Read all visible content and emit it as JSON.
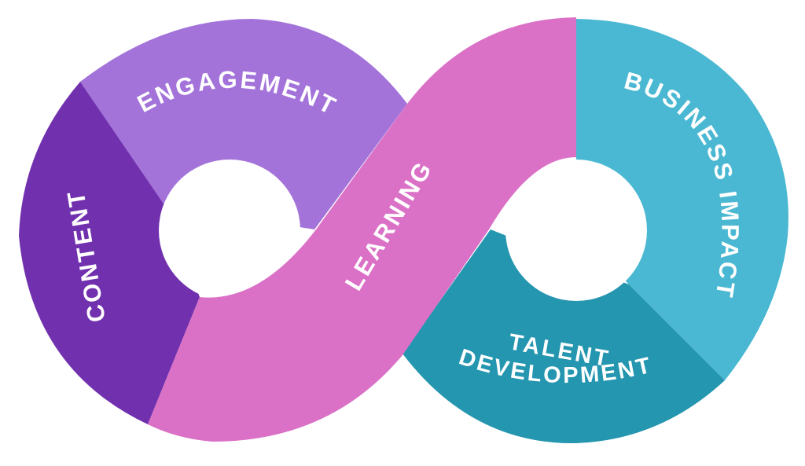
{
  "diagram": {
    "segments": [
      {
        "id": "engagement",
        "label": "ENGAGEMENT",
        "color": "#A373DA"
      },
      {
        "id": "content",
        "label": "CONTENT",
        "color": "#7131AF"
      },
      {
        "id": "learning",
        "label": "LEARNING",
        "color": "#DA71C6"
      },
      {
        "id": "business-impact",
        "label": "BUSINESS IMPACT",
        "color": "#4AB8D2"
      },
      {
        "id": "talent-development",
        "label_line1": "TALENT",
        "label_line2": "DEVELOPMENT",
        "color": "#2496AF"
      }
    ],
    "background": "#FFFFFF"
  }
}
